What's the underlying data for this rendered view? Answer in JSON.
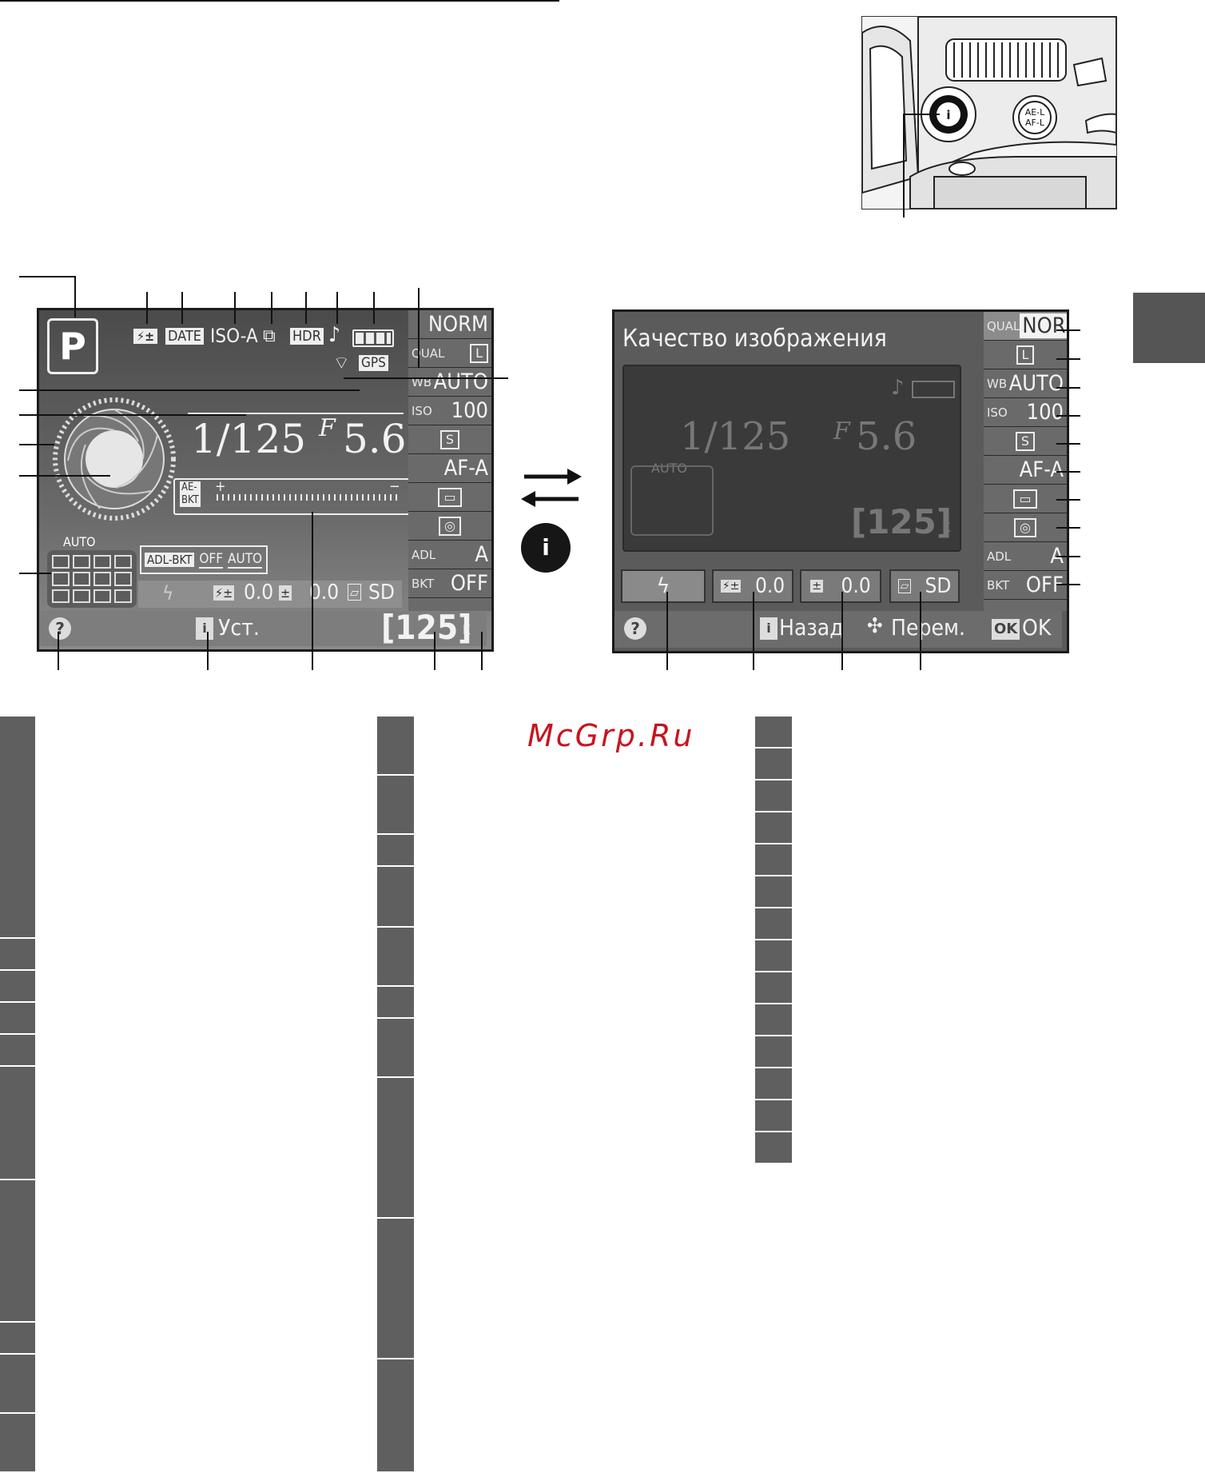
{
  "left_screen": {
    "mode": "P",
    "top_icons": [
      "DATE",
      "ISO-A",
      "HDR",
      "GPS"
    ],
    "shutter": "1/125",
    "aperture": "5.6",
    "aebkt_top": "AE-",
    "aebkt_bot": "BKT",
    "af_label": "AUTO",
    "adl_bkt": "ADL-BKT",
    "adl_off": "OFF",
    "adl_auto": "AUTO",
    "val_flash": "0.0",
    "val_exp": "0.0",
    "pic_ctrl": "SD",
    "footer_set": "Уст.",
    "frames": "[125]",
    "frames_unit": "K",
    "right_col": [
      {
        "label": "",
        "value": "NORM"
      },
      {
        "label": "QUAL",
        "value": "L"
      },
      {
        "label": "WB",
        "value": "AUTO"
      },
      {
        "label": "ISO",
        "value": "100"
      },
      {
        "label": "",
        "value": "S"
      },
      {
        "label": "",
        "value": "AF-A"
      },
      {
        "label": "",
        "value": ""
      },
      {
        "label": "",
        "value": ""
      },
      {
        "label": "ADL",
        "value": "A"
      },
      {
        "label": "BKT",
        "value": "OFF"
      }
    ]
  },
  "right_screen": {
    "title": "Качество изображения",
    "shutter": "1/125",
    "aperture": "5.6",
    "af_label": "AUTO",
    "frames": "[125]",
    "frames_unit": "K",
    "val_flash": "0.0",
    "val_exp": "0.0",
    "pic_ctrl": "SD",
    "footer_back": "Назад",
    "footer_move": "Перем.",
    "footer_ok_key": "OK",
    "footer_ok": "OK",
    "right_col": [
      {
        "label": "QUAL",
        "value": "NORM"
      },
      {
        "label": "",
        "value": "L"
      },
      {
        "label": "WB",
        "value": "AUTO"
      },
      {
        "label": "ISO",
        "value": "100"
      },
      {
        "label": "",
        "value": "S"
      },
      {
        "label": "",
        "value": "AF-A"
      },
      {
        "label": "",
        "value": ""
      },
      {
        "label": "",
        "value": ""
      },
      {
        "label": "ADL",
        "value": "A"
      },
      {
        "label": "BKT",
        "value": "OFF"
      }
    ]
  },
  "camera_photo": {
    "button_label_top": "AE-L",
    "button_label_bot": "AF-L"
  },
  "watermark": "McGrp.Ru"
}
